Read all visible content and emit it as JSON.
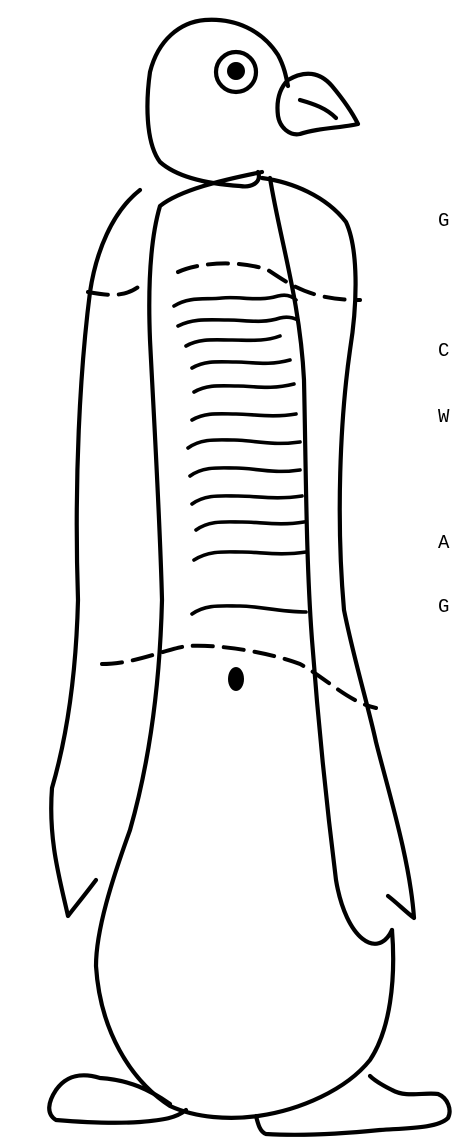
{
  "labels": [
    {
      "id": "g1",
      "text": "G"
    },
    {
      "id": "c",
      "text": "C"
    },
    {
      "id": "w",
      "text": "W"
    },
    {
      "id": "a",
      "text": "A"
    },
    {
      "id": "g2",
      "text": "G"
    }
  ]
}
